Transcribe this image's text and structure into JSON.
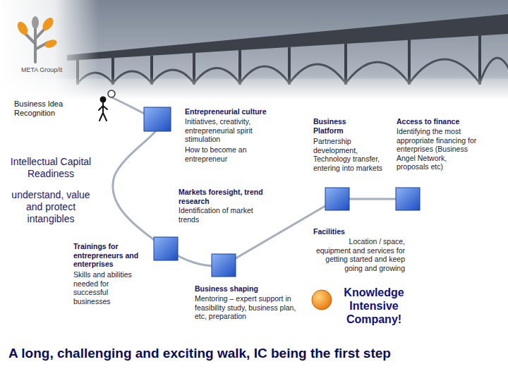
{
  "diagram": {
    "caption": "A long, challenging and exciting walk, IC being the first step",
    "labels": [
      "META Group/it",
      "Business Idea Recognition",
      "Intellectual Capital Readiness",
      "understand, value and protect intangibles",
      "Trainings for entrepreneurs and enterprises",
      "Skills and abilities needed for successful businesses",
      "Entrepreneurial culture",
      "Initiatives, creativity, entrepreneurial spirit stimulation",
      "How to become an entrepreneur",
      "Markets foresight, trend research",
      "Identification of market trends",
      "Business shaping",
      "Mentoring – expert support in feasibility study, business plan, etc, preparation",
      "Business Platform",
      "Partnership development, Technology transfer, entering into markets",
      "Access to finance",
      "Identifying the most appropriate financing for enterprises (Business Angel Network, proposals etc)",
      "Facilities",
      "Location / space, equipment and services for getting started and keep going and growing",
      "Knowledge Intensive Company!"
    ]
  }
}
